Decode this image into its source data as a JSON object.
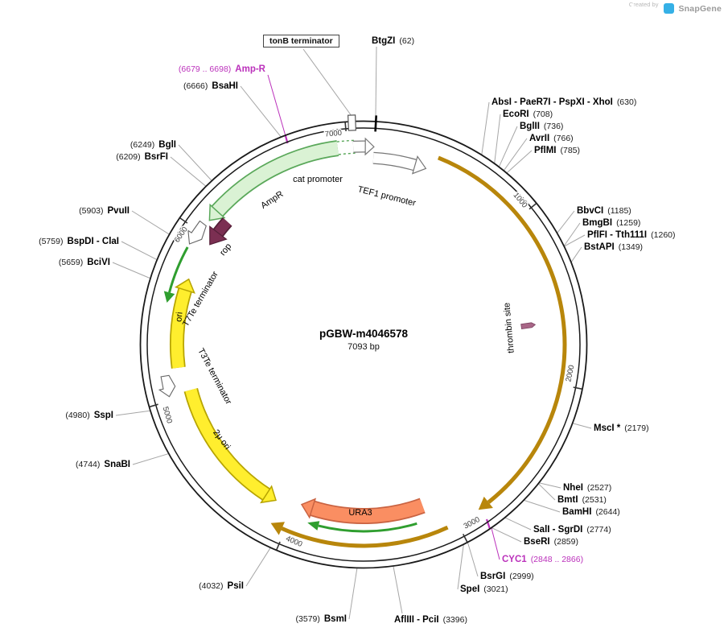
{
  "brand": {
    "created_by": "Created by",
    "name": "SnapGene"
  },
  "plasmid": {
    "name": "pGBW-m4046578",
    "size": "7093 bp"
  },
  "ring": [
    "1000",
    "2000",
    "3000",
    "4000",
    "5000",
    "6000",
    "7000"
  ],
  "features": {
    "ampr": "AmpR",
    "cat_promoter": "cat promoter",
    "tef1_promoter": "TEF1 promoter",
    "thrombin_site": "thrombin site",
    "rop": "rop",
    "ori": "ori",
    "t7te": "T7Te terminator",
    "t3te": "T3Te terminator",
    "two_micron_ori": "2μ ori",
    "ura3": "URA3",
    "tonb": "tonB terminator"
  },
  "annotations": {
    "amp_r": {
      "pre": "(6679 .. 6698)",
      "name": "Amp-R"
    },
    "cyc1": {
      "name": "CYC1",
      "post": "(2848 .. 2866)"
    }
  },
  "sites": [
    {
      "name": "BtgZI",
      "post": "(62)"
    },
    {
      "name": "AbsI - PaeR7I - PspXI - XhoI",
      "post": "(630)"
    },
    {
      "name": "EcoRI",
      "post": "(708)"
    },
    {
      "name": "BglII",
      "post": "(736)"
    },
    {
      "name": "AvrII",
      "post": "(766)"
    },
    {
      "name": "PflMI",
      "post": "(785)"
    },
    {
      "name": "BbvCI",
      "post": "(1185)"
    },
    {
      "name": "BmgBI",
      "post": "(1259)"
    },
    {
      "name": "PflFI - Tth111I",
      "post": "(1260)"
    },
    {
      "name": "BstAPI",
      "post": "(1349)"
    },
    {
      "name": "MscI *",
      "post": "(2179)"
    },
    {
      "name": "NheI",
      "post": "(2527)"
    },
    {
      "name": "BmtI",
      "post": "(2531)"
    },
    {
      "name": "BamHI",
      "post": "(2644)"
    },
    {
      "name": "SalI - SgrDI",
      "post": "(2774)"
    },
    {
      "name": "BseRI",
      "post": "(2859)"
    },
    {
      "name": "BsrGI",
      "post": "(2999)"
    },
    {
      "name": "SpeI",
      "post": "(3021)"
    },
    {
      "name": "AflIII - PciI",
      "post": "(3396)"
    },
    {
      "pre": "(3579)",
      "name": "BsmI"
    },
    {
      "pre": "(4032)",
      "name": "PsiI"
    },
    {
      "pre": "(4744)",
      "name": "SnaBI"
    },
    {
      "pre": "(4980)",
      "name": "SspI"
    },
    {
      "pre": "(5659)",
      "name": "BciVI"
    },
    {
      "pre": "(5759)",
      "name": "BspDI - ClaI"
    },
    {
      "pre": "(5903)",
      "name": "PvuII"
    },
    {
      "pre": "(6209)",
      "name": "BsrFI"
    },
    {
      "pre": "(6249)",
      "name": "BglI"
    },
    {
      "pre": "(6666)",
      "name": "BsaHI"
    }
  ]
}
